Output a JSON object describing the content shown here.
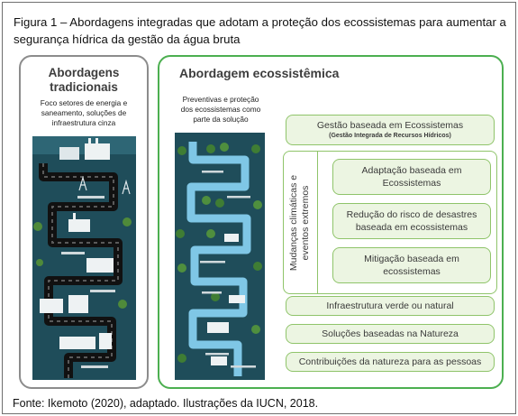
{
  "figure": {
    "title": "Figura 1 – Abordagens integradas que adotam a proteção dos ecossistemas para aumentar a segurança hídrica da gestão da água bruta",
    "source": "Fonte: Ikemoto (2020), adaptado. Ilustrações da IUCN, 2018."
  },
  "left_panel": {
    "title_line1": "Abordagens",
    "title_line2": "tradicionais",
    "subtitle_line1": "Foco setores de energia e",
    "subtitle_line2": "saneamento, soluções de",
    "subtitle_line3": "infraestrutura cinza",
    "colors": {
      "border": "#8c8c8c",
      "strip": "#1f4d5a",
      "river": "#1a1a1a"
    }
  },
  "right_panel": {
    "title": "Abordagem ecossistêmica",
    "subtitle_line1": "Preventivas e proteção",
    "subtitle_line2": "dos ecossistemas como",
    "subtitle_line3": "parte da solução",
    "colors": {
      "border": "#4caf50",
      "box_fill": "#ecf5e2",
      "box_border": "#8fc46a",
      "strip": "#1f4d5a",
      "river": "#7fc7e6"
    },
    "top_box": {
      "line1": "Gestão baseada em Ecossistemas",
      "line2": "(Gestão Integrada de Recursos Hídricos)"
    },
    "climate_group": {
      "label_line1": "Mudanças climáticas e",
      "label_line2": "eventos extremos",
      "items": [
        {
          "line1": "Adaptação baseada em",
          "line2": "Ecossistemas"
        },
        {
          "line1": "Redução do risco de desastres",
          "line2": "baseada em ecossistemas"
        },
        {
          "line1": "Mitigação baseada em",
          "line2": "ecossistemas"
        }
      ]
    },
    "bottom_boxes": [
      "Infraestrutura verde ou natural",
      "Soluções baseadas na Natureza",
      "Contribuições da natureza para as pessoas"
    ]
  }
}
